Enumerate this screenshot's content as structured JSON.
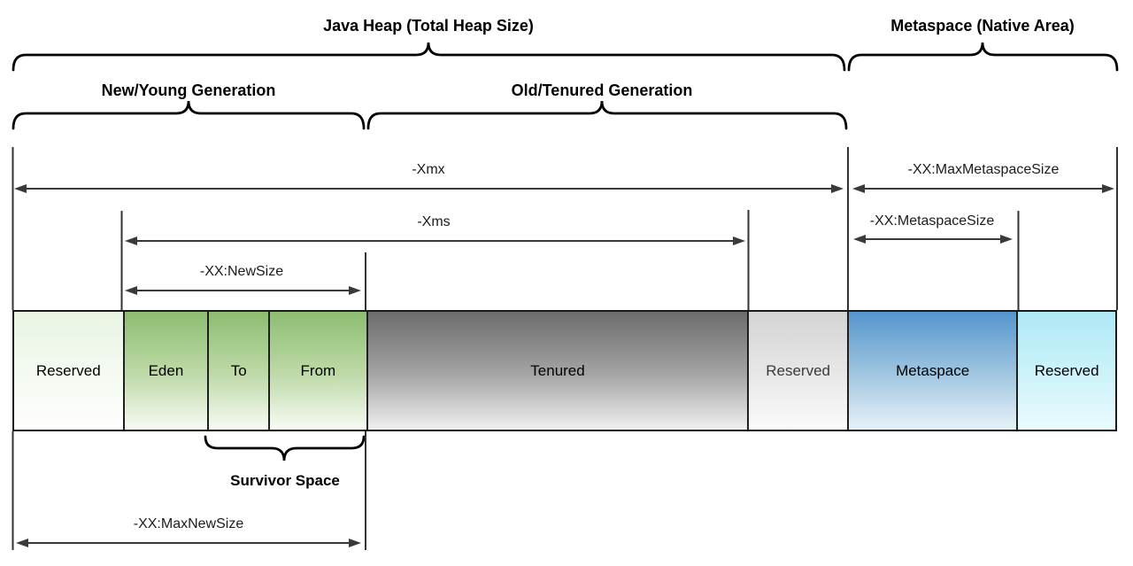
{
  "braces": {
    "java_heap": "Java Heap (Total Heap Size)",
    "metaspace_area": "Metaspace (Native Area)",
    "young_gen": "New/Young Generation",
    "old_gen": "Old/Tenured Generation",
    "survivor_space": "Survivor Space"
  },
  "flags": {
    "xmx": "-Xmx",
    "xms": "-Xms",
    "new_size": "-XX:NewSize",
    "max_new_size": "-XX:MaxNewSize",
    "max_metaspace_size": "-XX:MaxMetaspaceSize",
    "metaspace_size": "-XX:MetaspaceSize"
  },
  "segments": [
    {
      "label": "Reserved",
      "top_color": "#e8f4e2",
      "mid_color": "#f4faf1",
      "bottom_color": "#fefefe",
      "text_color": "#000000"
    },
    {
      "label": "Eden",
      "top_color": "#8dbd71",
      "mid_color": "#bdd9a7",
      "bottom_color": "#f8fbf4",
      "text_color": "#000000"
    },
    {
      "label": "To",
      "top_color": "#8dbd71",
      "mid_color": "#bdd9a7",
      "bottom_color": "#f8fbf4",
      "text_color": "#000000"
    },
    {
      "label": "From",
      "top_color": "#8dbd71",
      "mid_color": "#bdd9a7",
      "bottom_color": "#f8fbf4",
      "text_color": "#000000"
    },
    {
      "label": "Tenured",
      "top_color": "#6d6d6d",
      "mid_color": "#a3a3a3",
      "bottom_color": "#f0f0f0",
      "text_color": "#000000"
    },
    {
      "label": "Reserved",
      "top_color": "#d4d4d4",
      "mid_color": "#e7e7e7",
      "bottom_color": "#fbfbfb",
      "text_color": "#3a3a3a"
    },
    {
      "label": "Metaspace",
      "top_color": "#5595cd",
      "mid_color": "#9fc5e0",
      "bottom_color": "#e7f2f8",
      "text_color": "#000000"
    },
    {
      "label": "Reserved",
      "top_color": "#aee9f6",
      "mid_color": "#ccf2fa",
      "bottom_color": "#eafbfe",
      "text_color": "#000000"
    }
  ],
  "colors": {
    "brace_stroke": "#000000",
    "arrow_stroke": "#3a3a3a",
    "guide_line": "#333333",
    "bar_border": "#1a1a1a"
  }
}
